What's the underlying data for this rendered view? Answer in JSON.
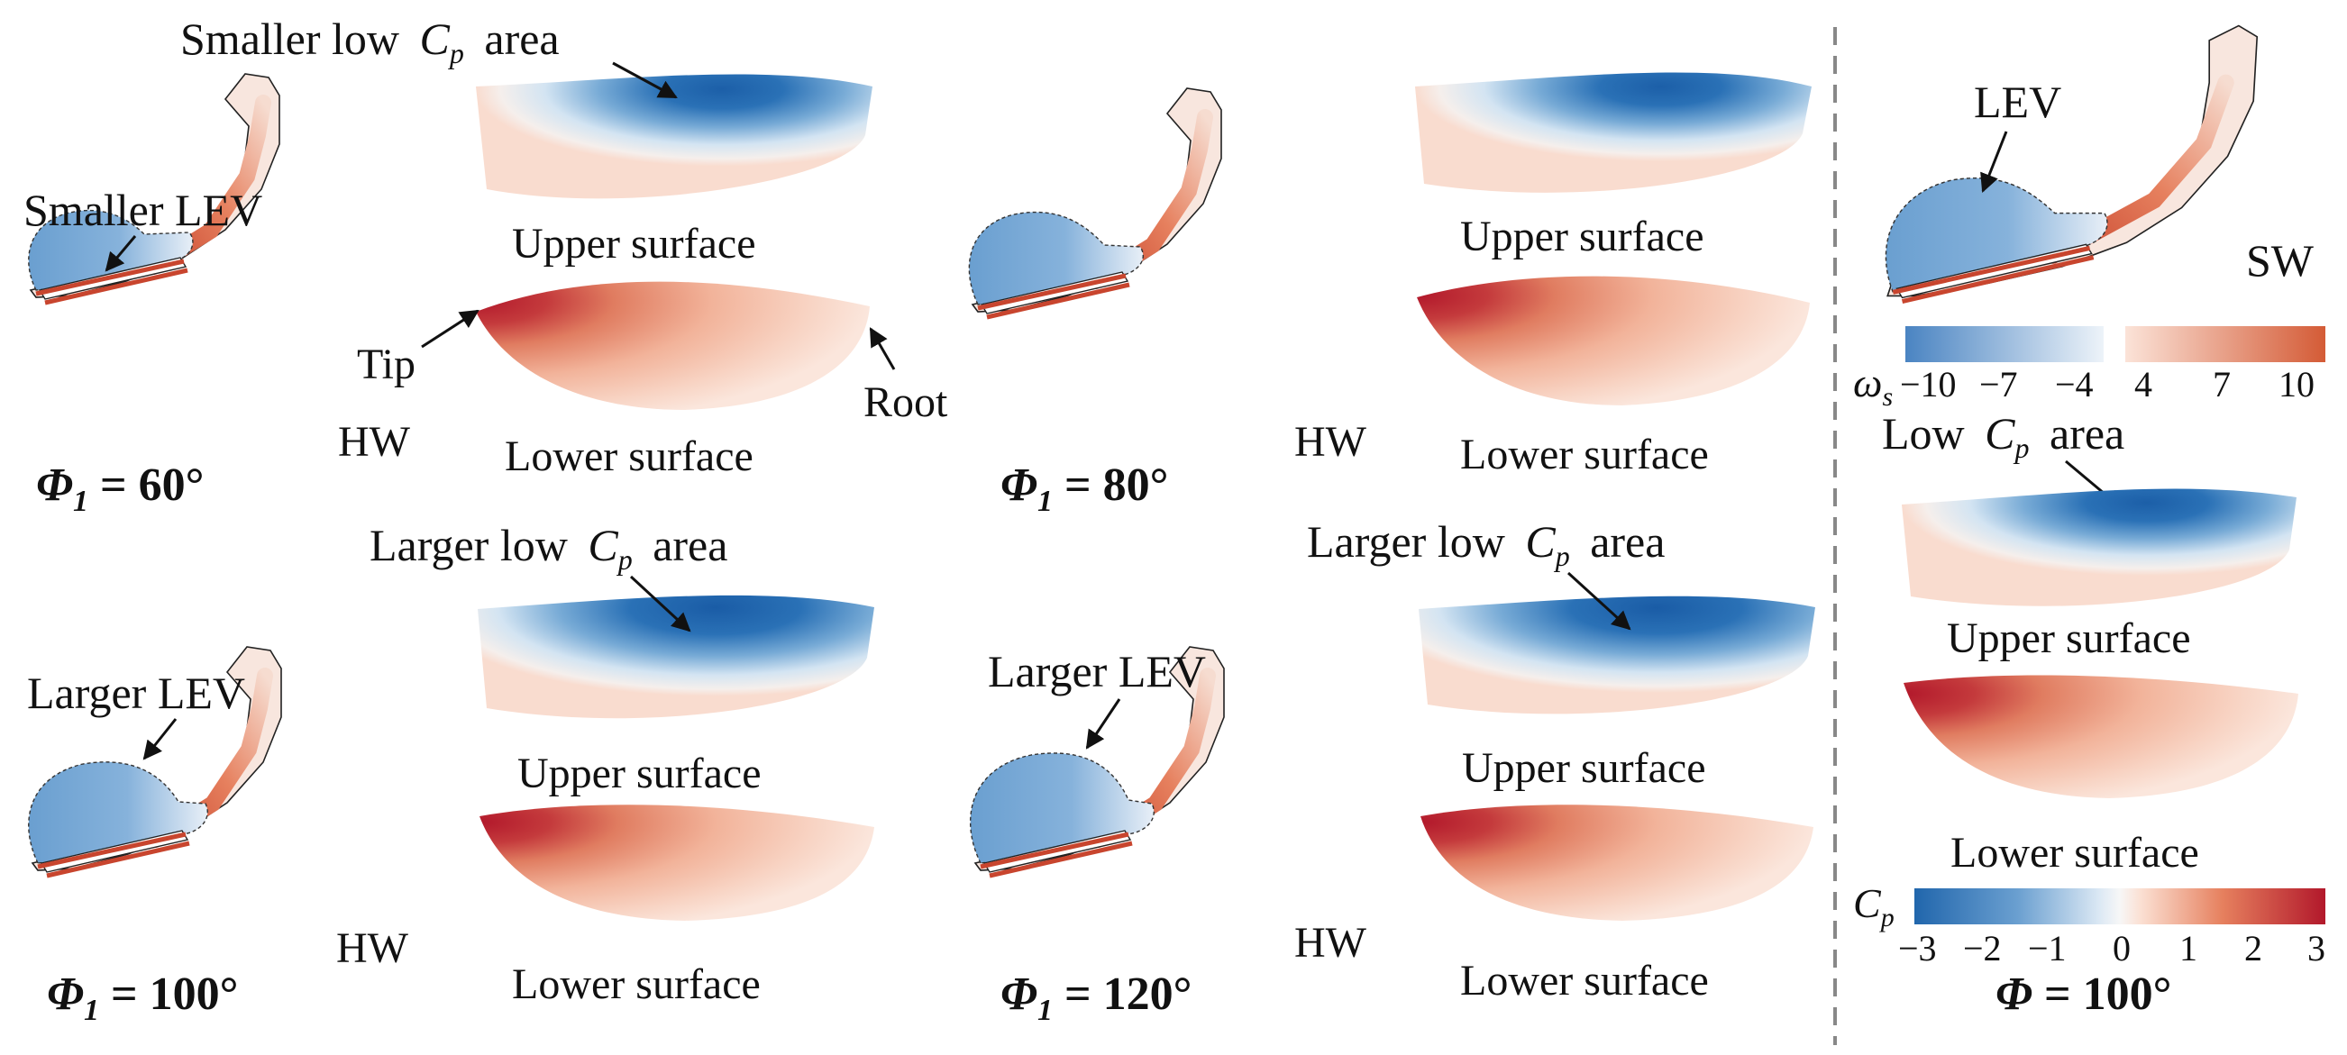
{
  "colors": {
    "blue_dark": "#2166ac",
    "blue_mid": "#6a9fd0",
    "blue_light": "#cfe0f1",
    "white": "#f7f7f7",
    "red_light": "#f9d9c9",
    "red_mid": "#e6805e",
    "red_dark": "#b2182b"
  },
  "panels": {
    "phi60": {
      "callout_cp": "Smaller low",
      "callout_cp_var": "C",
      "callout_cp_sub": "p",
      "callout_cp_tail": "area",
      "callout_lev": "Smaller LEV",
      "upper": "Upper surface",
      "lower": "Lower surface",
      "hw": "HW",
      "tip": "Tip",
      "root": "Root",
      "phi_symbol": "Φ",
      "phi_sub": "1",
      "phi_value": " = 60°"
    },
    "phi80": {
      "upper": "Upper surface",
      "lower": "Lower surface",
      "hw": "HW",
      "phi_symbol": "Φ",
      "phi_sub": "1",
      "phi_value": " = 80°"
    },
    "phi100": {
      "callout_cp": "Larger low",
      "callout_cp_var": "C",
      "callout_cp_sub": "p",
      "callout_cp_tail": "area",
      "callout_lev": "Larger LEV",
      "upper": "Upper surface",
      "lower": "Lower surface",
      "hw": "HW",
      "phi_symbol": "Φ",
      "phi_sub": "1",
      "phi_value": " = 100°"
    },
    "phi120": {
      "callout_cp": "Larger low",
      "callout_cp_var": "C",
      "callout_cp_sub": "p",
      "callout_cp_tail": "area",
      "callout_lev": "Larger LEV",
      "upper": "Upper surface",
      "lower": "Lower surface",
      "hw": "HW",
      "phi_symbol": "Φ",
      "phi_sub": "1",
      "phi_value": " = 120°"
    },
    "sw": {
      "lev": "LEV",
      "sw": "SW",
      "cp_callout": "Low",
      "cp_callout_var": "C",
      "cp_callout_sub": "p",
      "cp_callout_tail": "area",
      "upper": "Upper surface",
      "lower": "Lower surface",
      "phi_symbol": "Φ",
      "phi_value": " = 100°"
    }
  },
  "colorbar_vorticity": {
    "symbol": "ω",
    "symbol_sub": "s",
    "ticks_neg": [
      "−10",
      "−7",
      "−4"
    ],
    "ticks_pos": [
      "4",
      "7",
      "10"
    ]
  },
  "colorbar_cp": {
    "symbol": "C",
    "symbol_sub": "p",
    "ticks": [
      "−3",
      "−2",
      "−1",
      "0",
      "1",
      "2",
      "3"
    ]
  }
}
